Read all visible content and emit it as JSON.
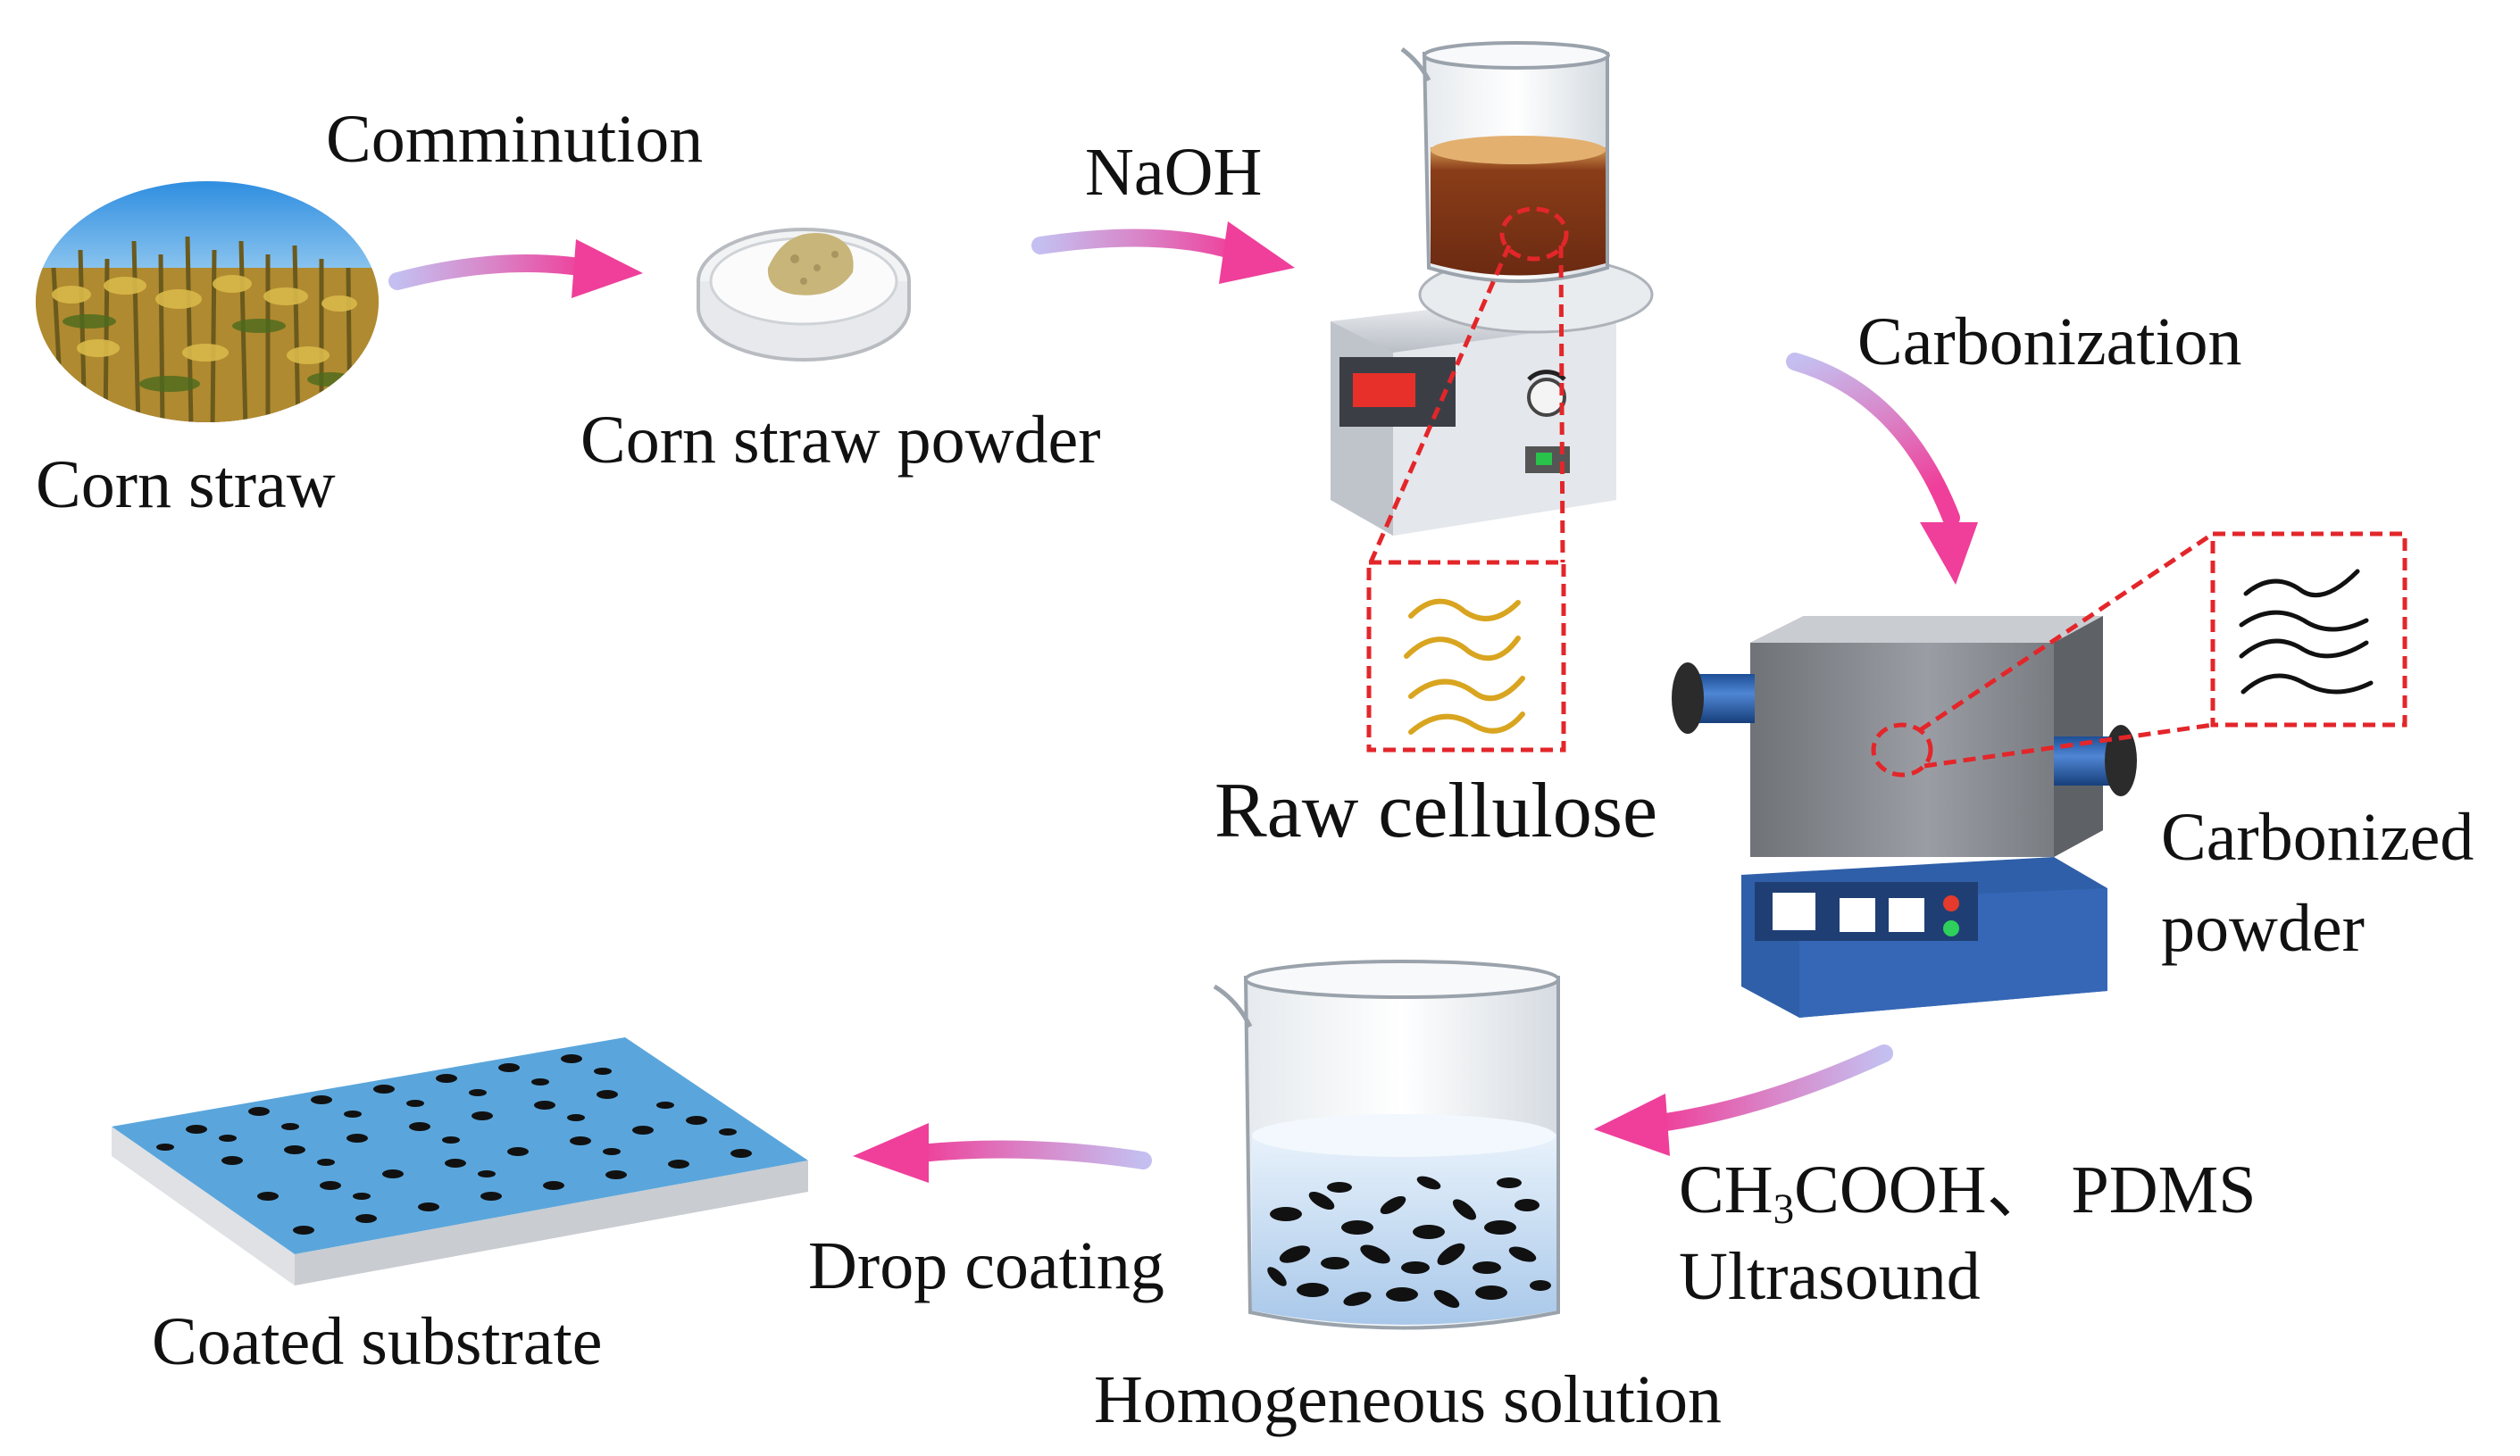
{
  "labels": {
    "comminution": "Comminution",
    "corn_straw": "Corn straw",
    "corn_straw_powder": "Corn straw powder",
    "naoh": "NaOH",
    "carbonization": "Carbonization",
    "raw_cellulose": "Raw cellulose",
    "carbonized_line1": "Carbonized",
    "carbonized_line2": "powder",
    "reagents_pre": "CH",
    "reagents_sub": "3",
    "reagents_post": "COOH、 PDMS",
    "ultrasound": "Ultrasound",
    "drop_coating": "Drop coating",
    "coated_substrate": "Coated substrate",
    "homogeneous_solution": "Homogeneous solution"
  },
  "colors": {
    "arrow_start": "#b9b2e6",
    "arrow_end": "#ef3f9a",
    "dashed_red": "#e3262a",
    "cellulose_fiber": "#d9a520",
    "carbon_fiber": "#111111",
    "liquid_brown": "#7a3418",
    "furnace_blue": "#2f5fa8",
    "coating_blue": "#5aa6dc"
  },
  "icons": {
    "corn_field": "corn-field-photo",
    "petri_dish": "petri-dish-icon",
    "stirrer": "magnetic-stirrer-icon",
    "furnace": "tube-furnace-icon",
    "beaker": "beaker-icon",
    "substrate": "coated-substrate-icon"
  }
}
